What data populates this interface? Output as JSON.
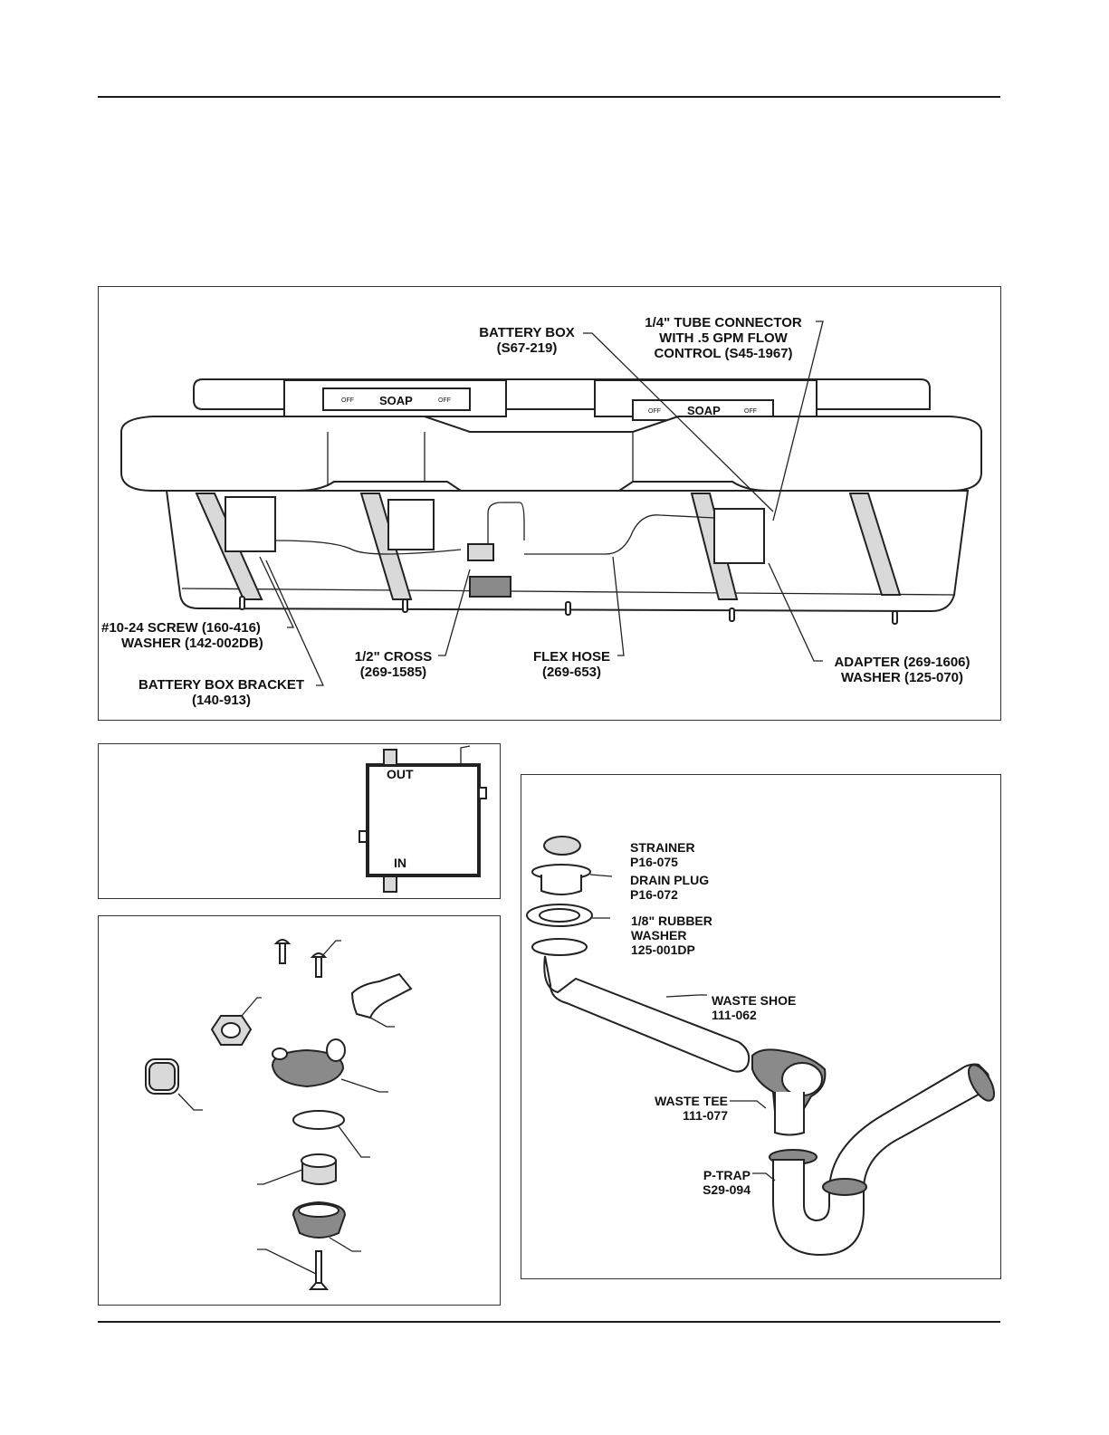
{
  "page": {
    "main_diagram": {
      "callouts": {
        "battery_box": [
          "BATTERY BOX",
          "(S67-219)"
        ],
        "tube_connector": [
          "1/4\" TUBE CONNECTOR",
          "WITH .5 GPM FLOW",
          "CONTROL (S45-1967)"
        ],
        "screw_washer": [
          "#10-24 SCREW (160-416)",
          "WASHER (142-002DB)"
        ],
        "battery_box_bracket": [
          "BATTERY BOX BRACKET",
          "(140-913)"
        ],
        "cross": [
          "1/2\" CROSS",
          "(269-1585)"
        ],
        "flex_hose": [
          "FLEX HOSE",
          "(269-653)"
        ],
        "adapter_washer": [
          "ADAPTER (269-1606)",
          "WASHER (125-070)"
        ]
      },
      "panel_labels": {
        "soap": "SOAP",
        "off": "OFF"
      }
    },
    "valve_box": {
      "out_label": "OUT",
      "in_label": "IN"
    },
    "drain_diagram": {
      "callouts": {
        "strainer": [
          "STRAINER",
          "P16-075"
        ],
        "drain_plug": [
          "DRAIN PLUG",
          "P16-072"
        ],
        "rubber_washer": [
          "1/8\" RUBBER",
          "WASHER",
          "125-001DP"
        ],
        "waste_shoe": [
          "WASTE SHOE",
          "111-062"
        ],
        "waste_tee": [
          "WASTE TEE",
          "111-077"
        ],
        "p_trap": [
          "P-TRAP",
          "S29-094"
        ]
      }
    }
  }
}
